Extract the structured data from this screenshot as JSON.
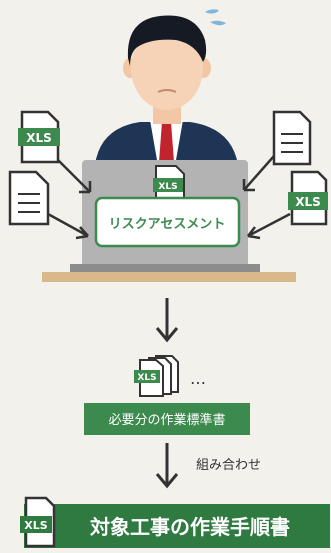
{
  "colors": {
    "background": "#f3f1ec",
    "green": "#3d8a4f",
    "dark_green": "#2f7a41",
    "navy": "#1f3555",
    "ink": "#333333",
    "desk": "#d9b98a",
    "laptop": "#b3b3b3"
  },
  "icons": {
    "xls": "xls-file-icon",
    "doc": "document-icon",
    "arrow": "down-arrow-icon",
    "person": "worried-person-icon"
  },
  "nodes": {
    "risk_assessment": "リスクアセスメント",
    "standards": "必要分の作業標準書",
    "combine": "組み合わせ",
    "procedure": "対象工事の作業手順書",
    "ellipsis": "…"
  },
  "file_labels": {
    "xls": "XLS"
  }
}
